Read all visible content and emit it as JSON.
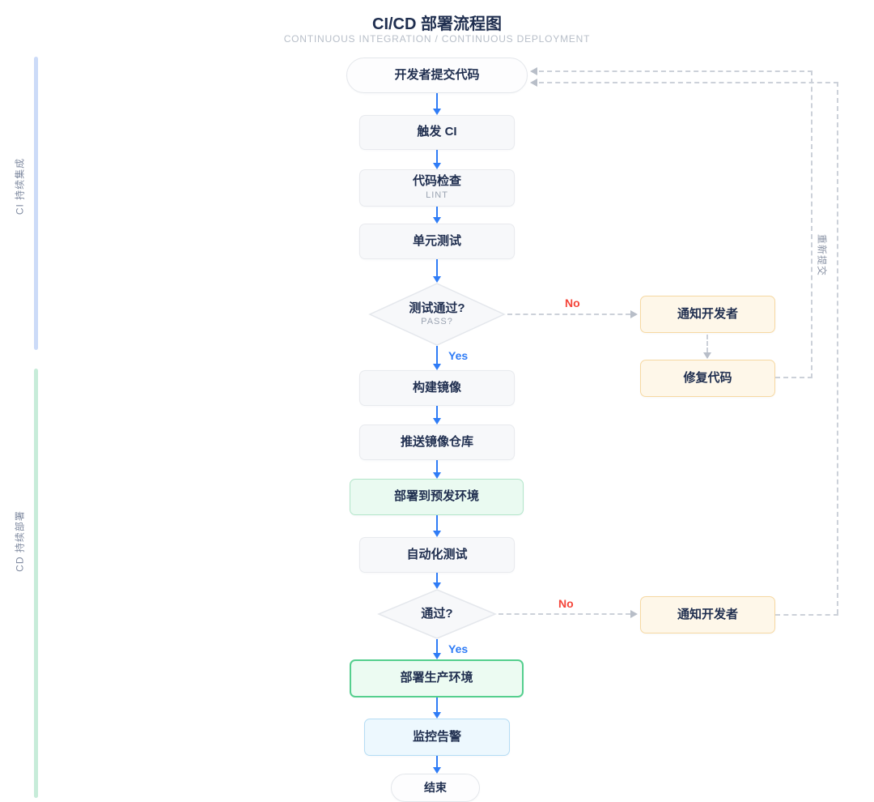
{
  "header": {
    "title": "CI/CD 部署流程图",
    "subtitle": "CONTINUOUS INTEGRATION / CONTINUOUS DEPLOYMENT"
  },
  "sections": {
    "ci": {
      "label": "CI 持续集成",
      "rail_color": "#ccdbf8"
    },
    "cd": {
      "label": "CD 持续部署",
      "rail_color": "#c7ecd9"
    }
  },
  "nodes": {
    "start": {
      "label": "开发者提交代码",
      "type": "start"
    },
    "trigger_ci": {
      "label": "触发 CI",
      "type": "process"
    },
    "lint": {
      "label": "代码检查",
      "sublabel": "LINT",
      "type": "process"
    },
    "unit_test": {
      "label": "单元测试",
      "type": "process"
    },
    "test_pass": {
      "label": "测试通过?",
      "sublabel": "PASS?",
      "type": "decision"
    },
    "build_image": {
      "label": "构建镜像",
      "type": "process"
    },
    "push_registry": {
      "label": "推送镜像仓库",
      "type": "process"
    },
    "deploy_staging": {
      "label": "部署到预发环境",
      "type": "process-highlight"
    },
    "auto_test": {
      "label": "自动化测试",
      "type": "process"
    },
    "pass_check": {
      "label": "通过?",
      "type": "decision"
    },
    "deploy_prod": {
      "label": "部署生产环境",
      "type": "process-highlight"
    },
    "monitor": {
      "label": "监控告警",
      "type": "process-info"
    },
    "end_node": {
      "label": "结束",
      "type": "end"
    },
    "notify_dev_1": {
      "label": "通知开发者",
      "type": "warning"
    },
    "fix_code": {
      "label": "修复代码",
      "type": "warning"
    },
    "notify_dev_2": {
      "label": "通知开发者",
      "type": "warning"
    }
  },
  "edge_labels": {
    "yes1": "Yes",
    "no1": "No",
    "yes2": "Yes",
    "no2": "No",
    "resubmit": "重新提交"
  },
  "colors": {
    "arrow_blue": "#2f7cf6",
    "yes_label": "#2f7cf6",
    "no_label": "#f4453a",
    "dashed_line": "#ccd1d9",
    "node_text": "#1f2e4f",
    "sub_text": "#9aa3b1",
    "gray_fill": "#f7f8fa",
    "gray_border": "#e8eaee",
    "orange_fill": "#fef7e9",
    "orange_border": "#f6d8a2",
    "staging_fill": "#eafaf1",
    "staging_border": "#b2e5c9",
    "prod_fill": "#ecfbf2",
    "prod_border": "#55cf8e",
    "monitor_fill": "#edf8fe",
    "monitor_border": "#b4dcf4",
    "ci_rail": "#ccdbf8",
    "cd_rail": "#c7ecd9",
    "side_label": "#7f8aa0",
    "subtitle": "#b8bfc9"
  }
}
